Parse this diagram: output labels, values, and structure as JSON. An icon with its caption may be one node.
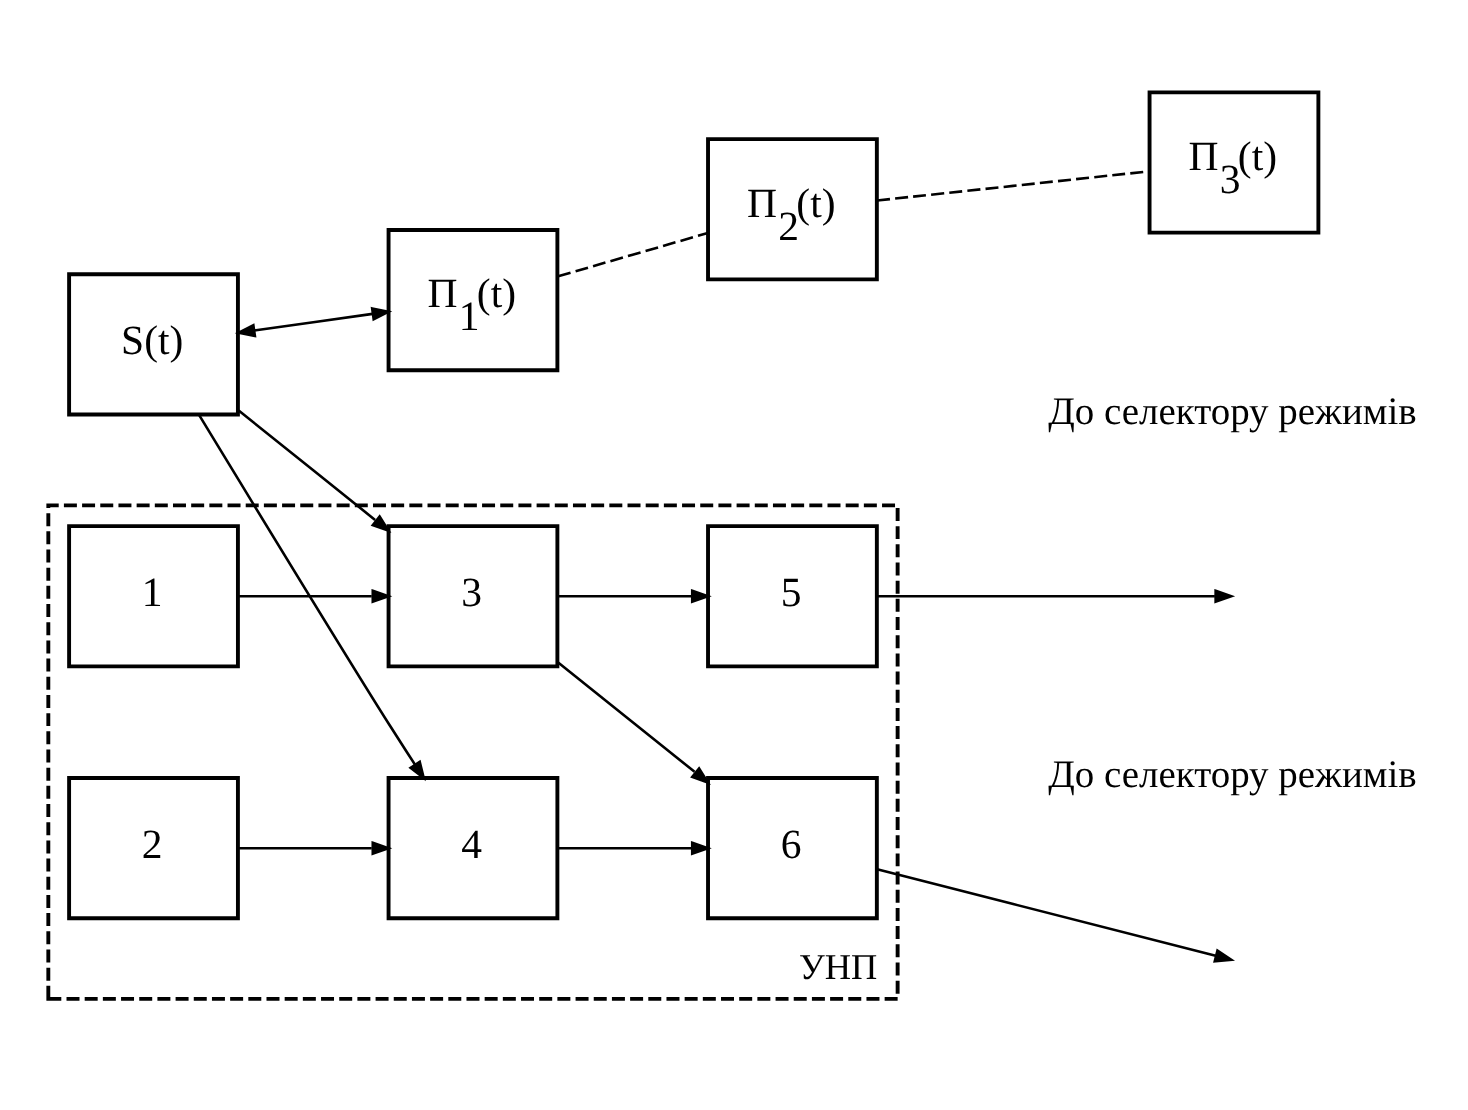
{
  "diagram": {
    "nodes": [
      {
        "text": [
          "S(t)"
        ]
      },
      {
        "text": [
          "Π$_{1}$(t)"
        ]
      },
      {
        "text": [
          "Π$_{2}$(t)"
        ]
      },
      {
        "text": [
          "Π$_{3}$(t)"
        ]
      },
      {
        "text": [
          "УНП"
        ]
      },
      {
        "text": [
          "1"
        ],
        "in": 4
      },
      {
        "text": [
          "3"
        ],
        "in": 4
      },
      {
        "text": [
          "5"
        ],
        "in": 4
      },
      {
        "text": [
          "2"
        ],
        "in": 4
      },
      {
        "text": [
          "4"
        ],
        "in": 4
      },
      {
        "text": [
          "6"
        ],
        "in": 4
      }
    ],
    "edges": [
      {
        "from": 0,
        "to": 1,
        "arrow": "both"
      },
      {
        "from": 1,
        "to": 2,
        "arrow": "none",
        "style": "dashed"
      },
      {
        "from": 2,
        "to": 3,
        "arrow": "none",
        "style": "dashed"
      },
      {
        "from": 0,
        "to": 6,
        "arrow": "to"
      },
      {
        "from": 0,
        "to": 9,
        "arrow": "to"
      },
      {
        "from": 5,
        "to": 6,
        "arrow": "to"
      },
      {
        "from": 6,
        "to": 7,
        "arrow": "to"
      },
      {
        "from": 6,
        "to": 10,
        "arrow": "to"
      },
      {
        "from": 8,
        "to": 9,
        "arrow": "to"
      },
      {
        "from": 9,
        "to": 10,
        "arrow": "to"
      },
      {
        "from": 7,
        "to": null,
        "arrow": "to"
      },
      {
        "from": 10,
        "to": null,
        "arrow": "to"
      }
    ],
    "labels": [
      "До селектору режимів",
      "До селектору режимів"
    ]
  }
}
